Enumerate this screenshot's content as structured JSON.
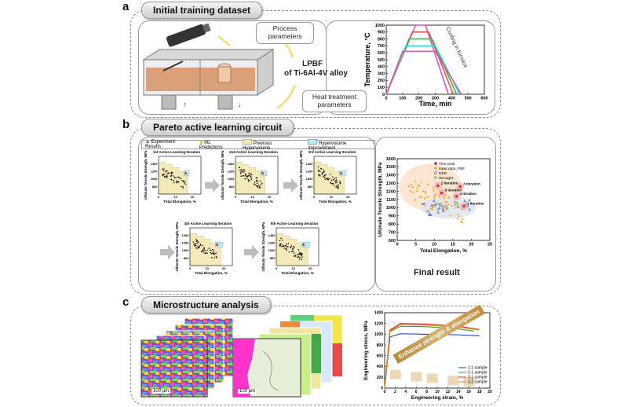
{
  "panel_a": {
    "label": "a",
    "title": "Initial training dataset",
    "process_label": "Process\nparameters",
    "heat_label": "Heat treatment\nparameters",
    "center_line1": "LPBF",
    "center_line2": "of Ti-6Al-4V alloy",
    "cooling_label": "Cooling in furnace"
  },
  "panel_b": {
    "label": "b",
    "title": "Pareto active learning circuit",
    "legend": [
      "Experiment Results",
      "ML Predictions",
      "Previous Hypervolume",
      "Hypervolume Improvement"
    ],
    "iterations": [
      "1st Active Learning Iteration",
      "2nd Active Learning Iteration",
      "3rd Active Learning Iteration",
      "4th Active Learning Iteration",
      "5th Active Learning Iteration"
    ],
    "final_result": "Final result",
    "final_legend": [
      "This work",
      "Input data_PBF",
      "DED",
      "Wrought"
    ],
    "final_annotations": [
      "1 iteration",
      "2 iteration",
      "3 iteration",
      "4 iteration",
      "5 iteration"
    ]
  },
  "panel_c": {
    "label": "c",
    "title": "Microstructure analysis",
    "scalebar1": "100 μm",
    "scalebar2": "100 μm",
    "banner": "Enhance strength & elongation"
  },
  "chart_data": [
    {
      "type": "line",
      "xlabel": "Time, min",
      "ylabel": "Temperature, °C",
      "xlim": [
        0,
        600
      ],
      "ylim": [
        0,
        1000
      ],
      "xticks": [
        0,
        100,
        200,
        300,
        400,
        500,
        600
      ],
      "yticks": [
        0,
        100,
        200,
        300,
        400,
        500,
        600,
        700,
        800,
        900,
        1000
      ],
      "series": [
        {
          "color": "#d94fd1",
          "x": [
            0,
            180,
            240,
            380
          ],
          "y": [
            0,
            1000,
            1000,
            0
          ]
        },
        {
          "color": "#e5534b",
          "x": [
            0,
            160,
            260,
            410
          ],
          "y": [
            0,
            900,
            900,
            0
          ]
        },
        {
          "color": "#29c04a",
          "x": [
            0,
            140,
            280,
            430
          ],
          "y": [
            0,
            800,
            800,
            0
          ]
        },
        {
          "color": "#2ad3d3",
          "x": [
            0,
            120,
            300,
            450
          ],
          "y": [
            0,
            700,
            700,
            0
          ]
        },
        {
          "color": "#e84fa0",
          "x": [
            0,
            100,
            300,
            460
          ],
          "y": [
            0,
            620,
            620,
            0
          ]
        }
      ]
    },
    {
      "type": "scatter",
      "xlabel": "Total Elongation, %",
      "ylabel": "Ultimate Tensile Strength, MPa",
      "xlim": [
        0,
        25
      ],
      "ylim": [
        600,
        1600
      ],
      "xticks": [
        0,
        5,
        10,
        15,
        20,
        25
      ],
      "yticks": [
        600,
        700,
        800,
        900,
        1000,
        1100,
        1200,
        1300,
        1400,
        1500,
        1600
      ]
    },
    {
      "type": "line",
      "xlabel": "Engineering strain, %",
      "ylabel": "Engineering stress, MPa",
      "xlim": [
        0,
        20
      ],
      "ylim": [
        0,
        1400
      ],
      "xticks": [
        0,
        2,
        4,
        6,
        8,
        10,
        12,
        14,
        16,
        18,
        20
      ],
      "yticks": [
        0,
        200,
        400,
        600,
        800,
        1000,
        1200,
        1400
      ],
      "series": [
        {
          "name": "1-1 sample",
          "color": "#1f3fbf",
          "x": [
            0,
            1,
            3,
            8,
            14,
            18
          ],
          "y": [
            0,
            950,
            1010,
            1000,
            990,
            970
          ]
        },
        {
          "name": "2-1 sample",
          "color": "#2a9d3a",
          "x": [
            0,
            1,
            3,
            8,
            13,
            17
          ],
          "y": [
            0,
            1050,
            1150,
            1140,
            1110,
            1060
          ]
        },
        {
          "name": "3-1 sample",
          "color": "#d5272b",
          "x": [
            0,
            1,
            3,
            8,
            14,
            18
          ],
          "y": [
            0,
            1080,
            1200,
            1190,
            1150,
            1090
          ]
        },
        {
          "name": "3-2 sample",
          "color": "#e08a12",
          "x": [
            0,
            1,
            3,
            8,
            14,
            18
          ],
          "y": [
            0,
            1060,
            1180,
            1170,
            1130,
            1080
          ]
        }
      ]
    }
  ]
}
